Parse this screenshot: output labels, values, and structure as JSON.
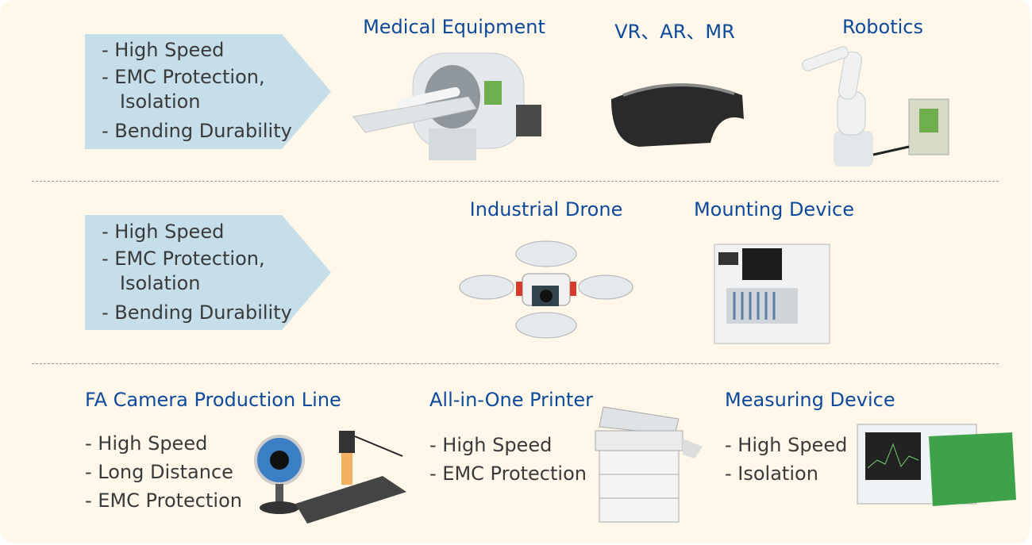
{
  "row1": {
    "features": [
      "- High Speed",
      "- EMC Protection,",
      "   Isolation",
      "- Bending Durability"
    ],
    "apps": [
      "Medical Equipment",
      "VR、AR、MR",
      "Robotics"
    ]
  },
  "row2": {
    "features": [
      "- High Speed",
      "- EMC Protection,",
      "   Isolation",
      "- Bending Durability"
    ],
    "apps": [
      "Industrial Drone",
      "Mounting Device"
    ]
  },
  "row3": {
    "groups": [
      {
        "title": "FA Camera Production Line",
        "features": [
          "- High Speed",
          "- Long Distance",
          "- EMC Protection"
        ]
      },
      {
        "title": "All-in-One Printer",
        "features": [
          "- High Speed",
          "- EMC Protection"
        ]
      },
      {
        "title": "Measuring Device",
        "features": [
          "- High Speed",
          "- Isolation"
        ]
      }
    ]
  },
  "colors": {
    "background": "#fef7ea",
    "arrow": "#c5deea",
    "title": "#0d4a9b",
    "text": "#3a3a3a"
  }
}
